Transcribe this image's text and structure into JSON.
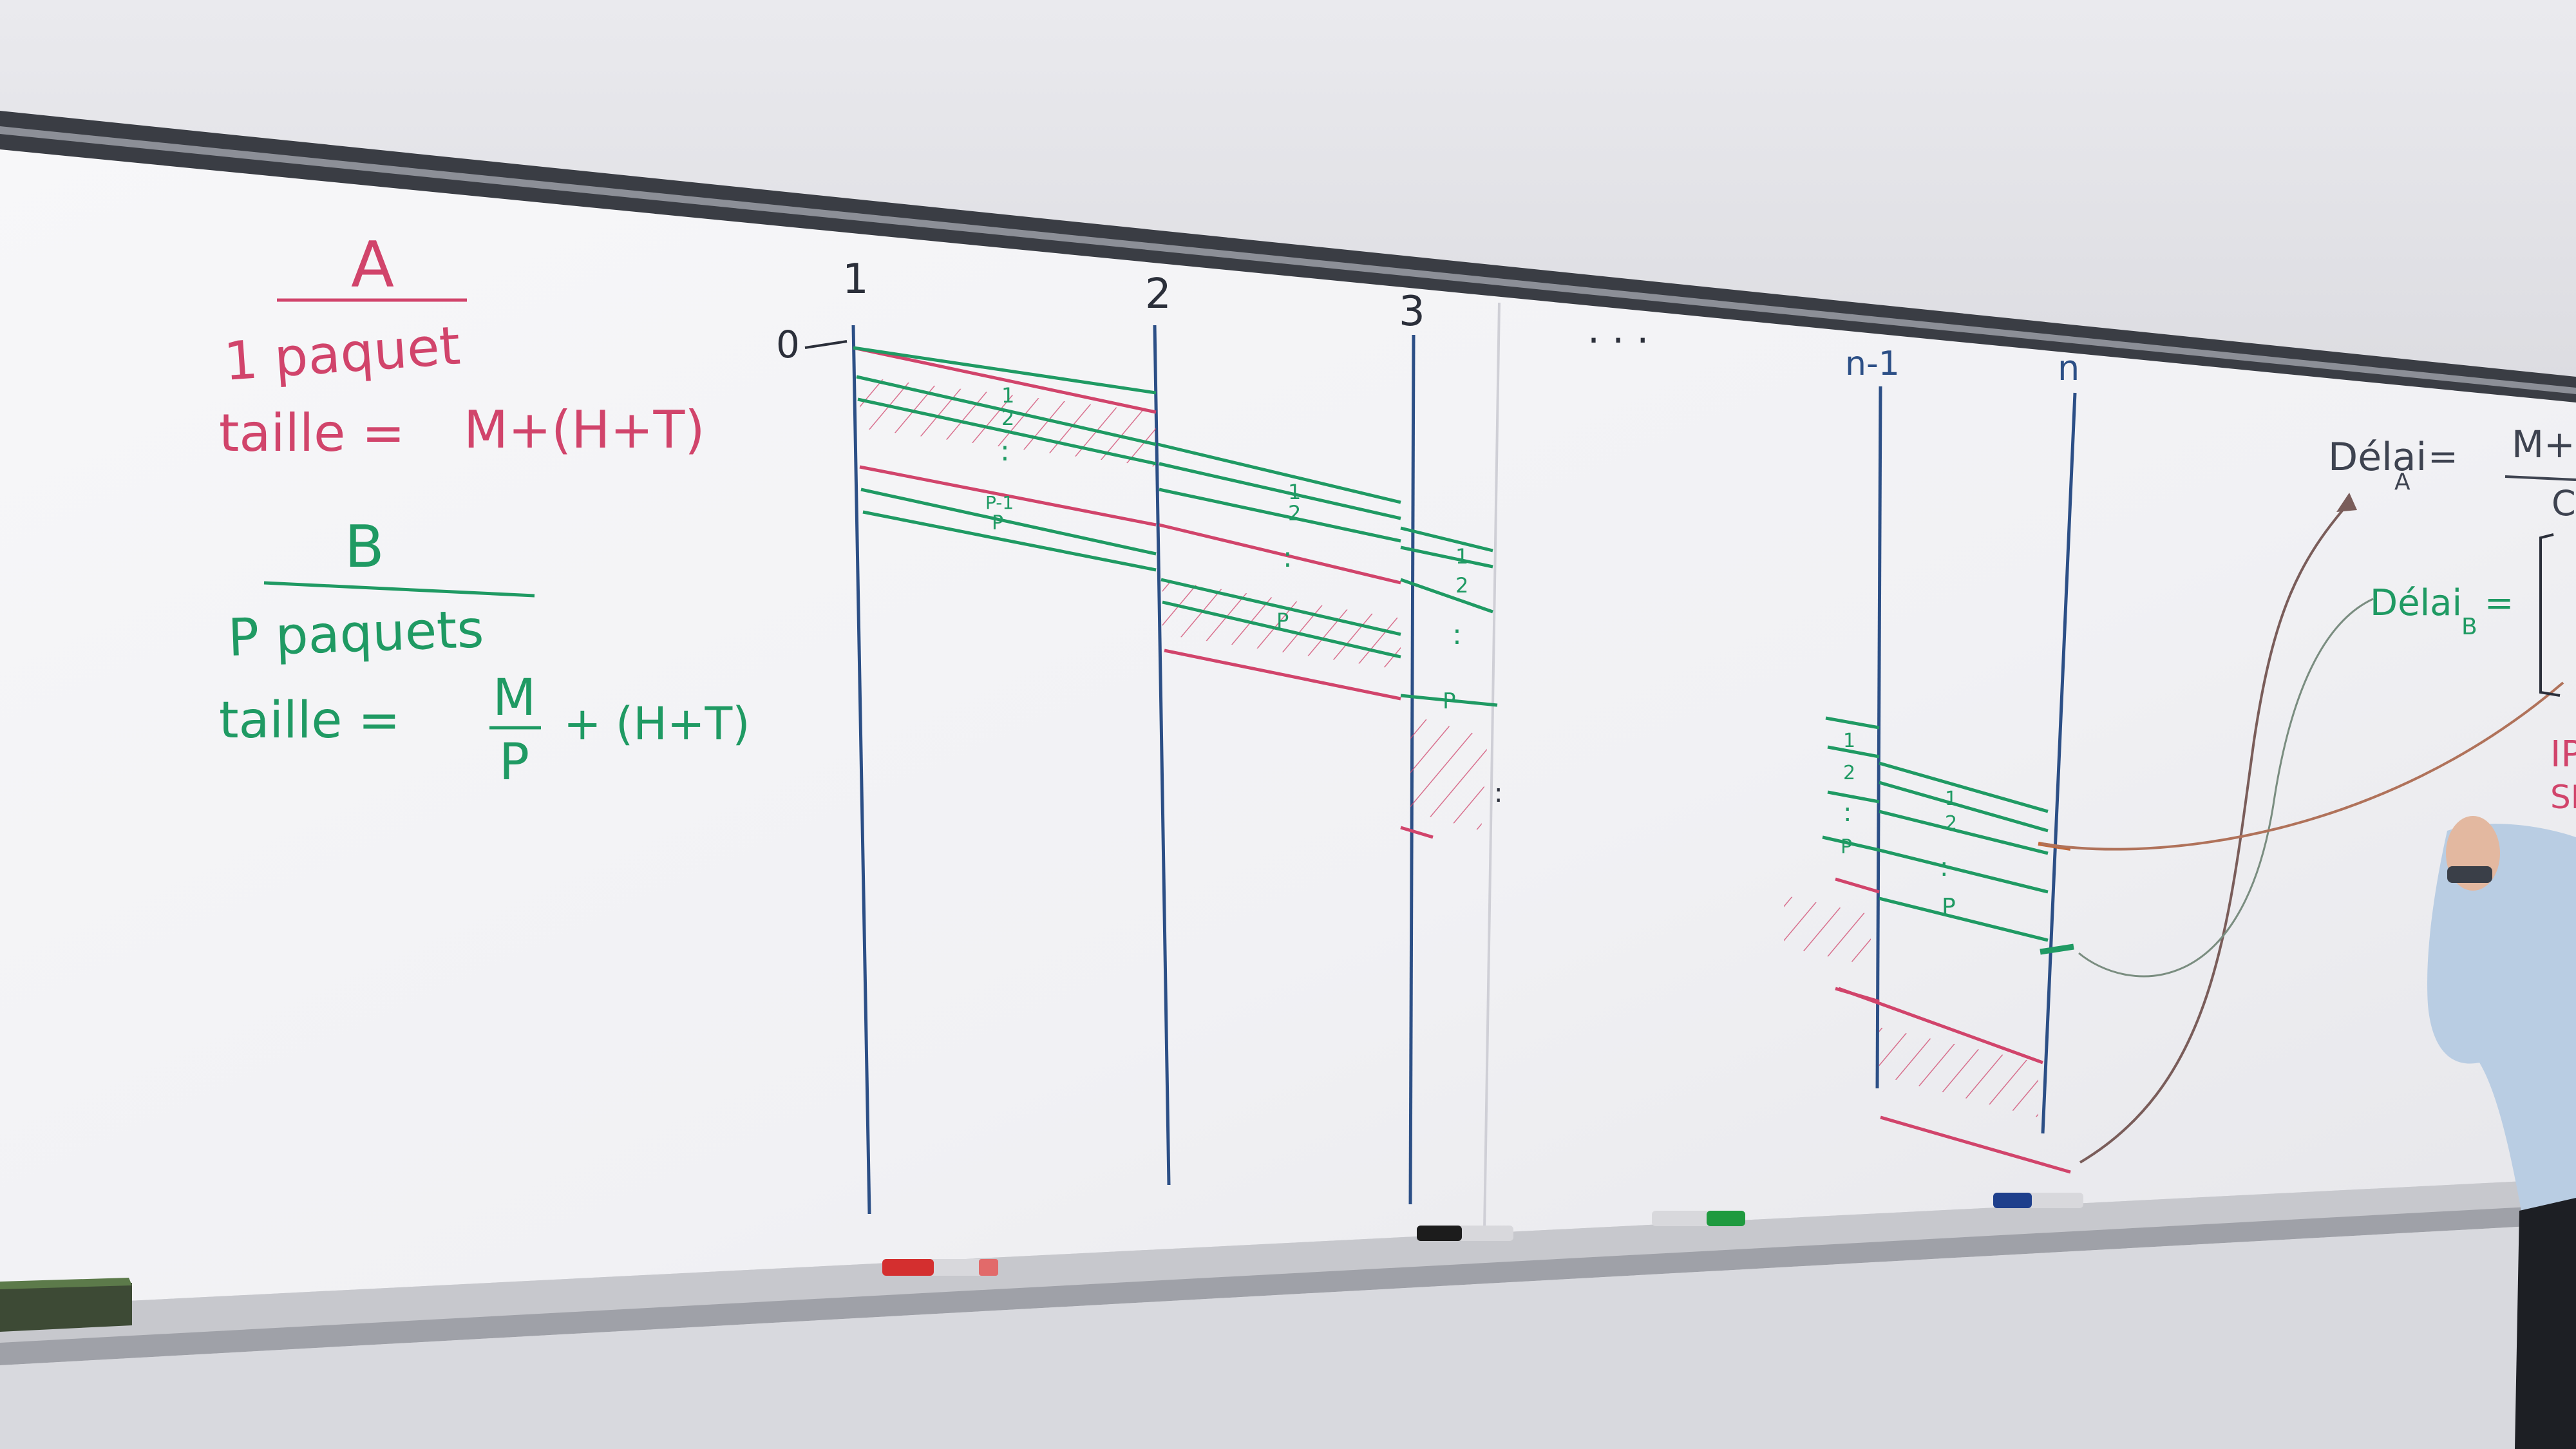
{
  "colors": {
    "red": "#d1446b",
    "green": "#1f9a63",
    "blue": "#2c4f86",
    "dark": "#2b2f3a",
    "board": "#f3f3f5",
    "wall": "#e4e4e8"
  },
  "left_notes": {
    "scheme_a": {
      "title": "A",
      "line1": "1 paquet",
      "size_label": "taille =",
      "size_formula": "M+(H+T)"
    },
    "scheme_b": {
      "title": "B",
      "line1": "P paquets",
      "size_label": "taille =",
      "frac_num": "M",
      "frac_den": "P",
      "size_rest": "+ (H+T)"
    }
  },
  "timeline": {
    "start_label": "0",
    "node_labels": [
      "1",
      "2",
      "3",
      "n-1",
      "n"
    ],
    "ellipsis": ". . .",
    "packet_labels": {
      "first": "1",
      "second": "2",
      "dots": ":",
      "second_last": "P-1",
      "last": "P"
    }
  },
  "right_notes": {
    "delay_a": "Délai",
    "delay_a_sub": "A",
    "delay_a_eq": "=",
    "delay_a_value": "M+(",
    "delay_a_den": "C",
    "delay_b": "Délai",
    "delay_b_sub": "B",
    "delay_b_eq": "=",
    "edge_text_1": "IP",
    "edge_text_2": "SR"
  }
}
